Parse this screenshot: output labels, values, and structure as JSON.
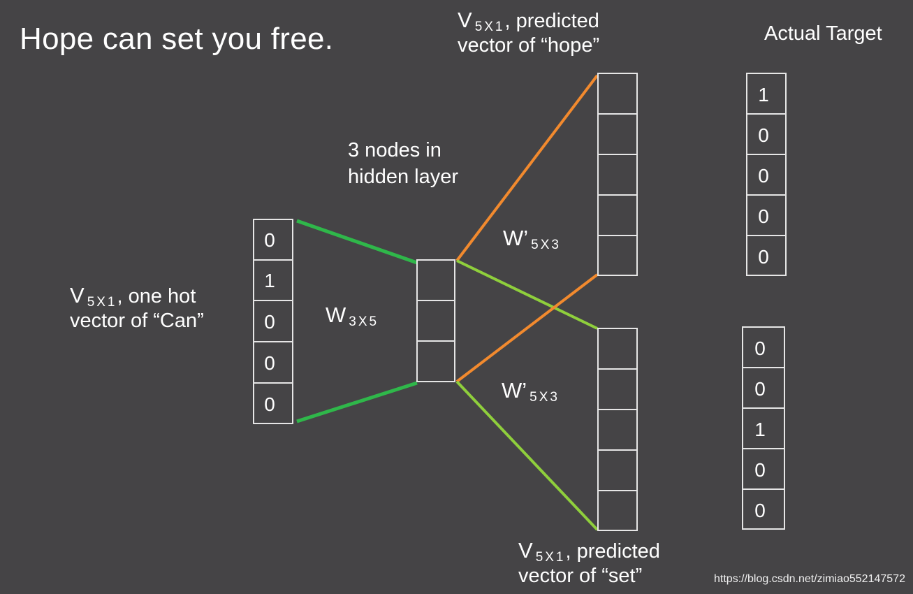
{
  "title": "Hope can set you free.",
  "input_vector": {
    "symbol": "V",
    "subscript": "5X1",
    "suffix": ", one hot",
    "line2": "vector of “Can”",
    "values": [
      "0",
      "1",
      "0",
      "0",
      "0"
    ]
  },
  "input_weights": {
    "symbol": "W",
    "subscript": "3X5"
  },
  "hidden_layer": {
    "line1": "3 nodes in",
    "line2": "hidden layer"
  },
  "output_weights_top": {
    "symbol": "W’",
    "subscript": "5X3"
  },
  "output_weights_bottom": {
    "symbol": "W’",
    "subscript": "5X3"
  },
  "output_top": {
    "symbol": "V",
    "subscript": "5X1",
    "suffix": ", predicted",
    "line2": "vector of “hope”"
  },
  "output_bottom": {
    "symbol": "V",
    "subscript": "5X1",
    "suffix": ", predicted",
    "line2": "vector of “set”"
  },
  "actual_target": {
    "label": "Actual Target",
    "top_values": [
      "1",
      "0",
      "0",
      "0",
      "0"
    ],
    "bottom_values": [
      "0",
      "0",
      "1",
      "0",
      "0"
    ]
  },
  "colors": {
    "background": "#454446",
    "input_edges": "#2fb74a",
    "output_edges_orange": "#f28a2e",
    "output_edges_lime": "#8fcf3c",
    "cell_border": "#e6e6e6"
  },
  "watermark": "https://blog.csdn.net/zimiao552147572"
}
